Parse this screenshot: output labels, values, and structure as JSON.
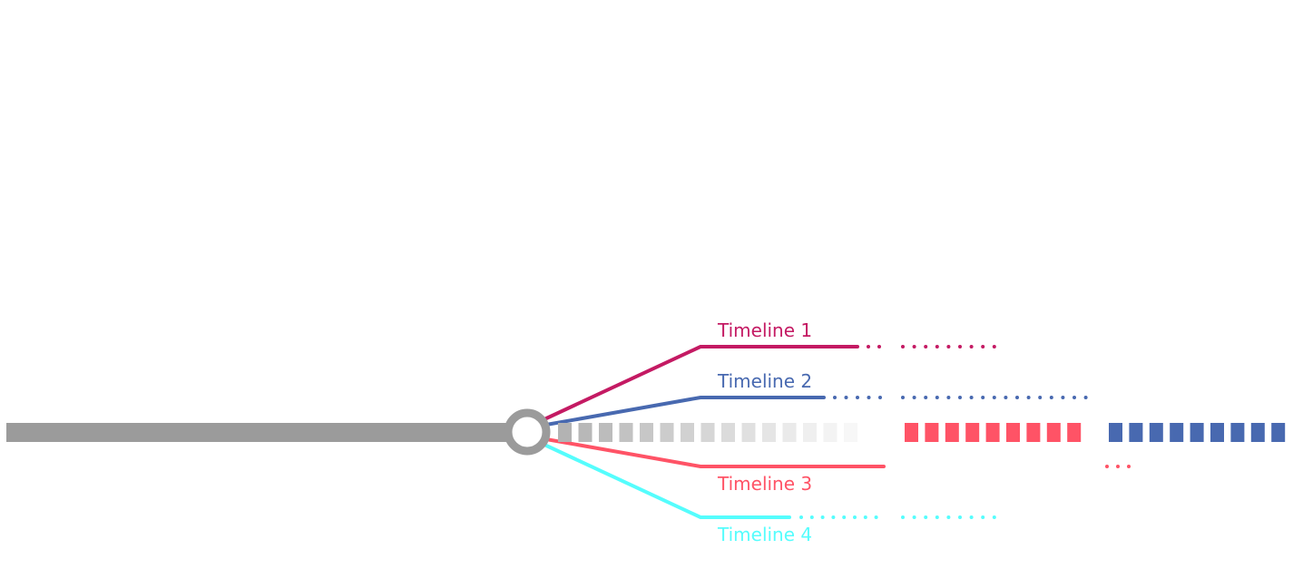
{
  "diagram": {
    "origin": {
      "color": "#9b9b9b"
    },
    "main_stream": {
      "color": "#9b9b9b"
    },
    "branches": [
      {
        "label": "Timeline 1",
        "color": "#c41a63"
      },
      {
        "label": "Timeline 2",
        "color": "#4869b0"
      },
      {
        "label": "Timeline 3",
        "color": "#ff5366"
      },
      {
        "label": "Timeline 4",
        "color": "#55fdfd"
      }
    ],
    "continuation_segments": [
      {
        "color": "#ff5366"
      },
      {
        "color": "#4869b0"
      }
    ]
  }
}
